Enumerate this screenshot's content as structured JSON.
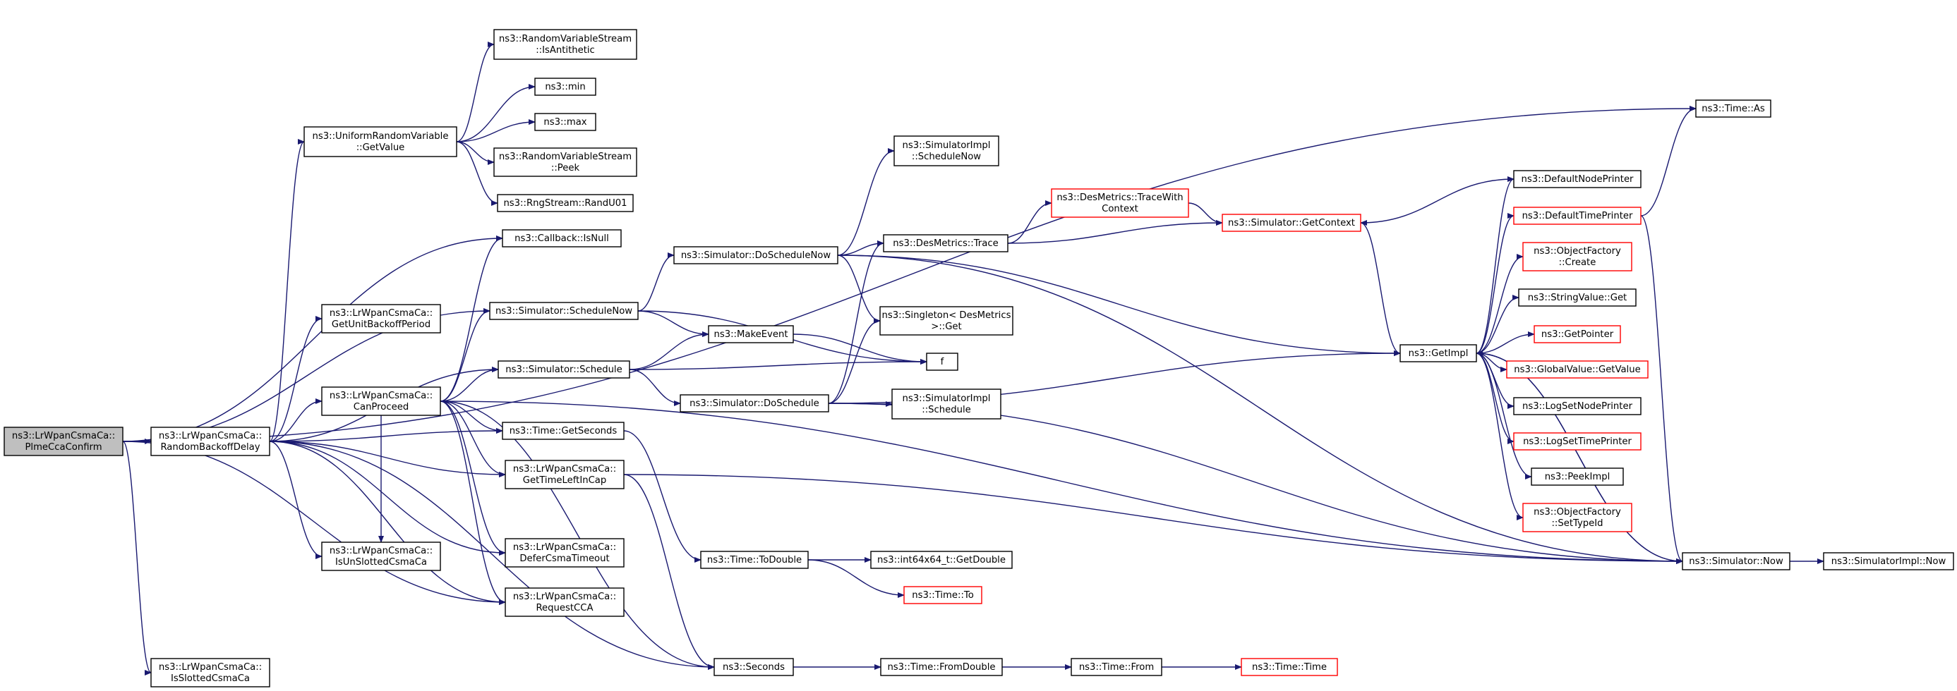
{
  "graph": {
    "edge_color": "#191970",
    "node_border_default": "#000000",
    "node_border_truncated": "#ff0000",
    "node_fill_focus": "#bfbfbf",
    "node_fill_default": "#ffffff",
    "nodes": [
      {
        "id": "plme",
        "lines": [
          "ns3::LrWpanCsmaCa::",
          "PlmeCcaConfirm"
        ],
        "focus": true
      },
      {
        "id": "rbd",
        "lines": [
          "ns3::LrWpanCsmaCa::",
          "RandomBackoffDelay"
        ]
      },
      {
        "id": "isslot",
        "lines": [
          "ns3::LrWpanCsmaCa::",
          "IsSlottedCsmaCa"
        ]
      },
      {
        "id": "urv",
        "lines": [
          "ns3::UniformRandomVariable",
          "::GetValue"
        ]
      },
      {
        "id": "rvsanti",
        "lines": [
          "ns3::RandomVariableStream",
          "::IsAntithetic"
        ]
      },
      {
        "id": "min",
        "lines": [
          "ns3::min"
        ]
      },
      {
        "id": "max",
        "lines": [
          "ns3::max"
        ]
      },
      {
        "id": "rvspeek",
        "lines": [
          "ns3::RandomVariableStream",
          "::Peek"
        ]
      },
      {
        "id": "rng",
        "lines": [
          "ns3::RngStream::RandU01"
        ]
      },
      {
        "id": "cbnull",
        "lines": [
          "ns3::Callback::IsNull"
        ]
      },
      {
        "id": "unitbp",
        "lines": [
          "ns3::LrWpanCsmaCa::",
          "GetUnitBackoffPeriod"
        ]
      },
      {
        "id": "schednow",
        "lines": [
          "ns3::Simulator::ScheduleNow"
        ]
      },
      {
        "id": "canproc",
        "lines": [
          "ns3::LrWpanCsmaCa::",
          "CanProceed"
        ]
      },
      {
        "id": "sched",
        "lines": [
          "ns3::Simulator::Schedule"
        ]
      },
      {
        "id": "getsec",
        "lines": [
          "ns3::Time::GetSeconds"
        ]
      },
      {
        "id": "tlic",
        "lines": [
          "ns3::LrWpanCsmaCa::",
          "GetTimeLeftInCap"
        ]
      },
      {
        "id": "isunslot",
        "lines": [
          "ns3::LrWpanCsmaCa::",
          "IsUnSlottedCsmaCa"
        ]
      },
      {
        "id": "defer",
        "lines": [
          "ns3::LrWpanCsmaCa::",
          "DeferCsmaTimeout"
        ]
      },
      {
        "id": "reqcca",
        "lines": [
          "ns3::LrWpanCsmaCa::",
          "RequestCCA"
        ]
      },
      {
        "id": "seconds",
        "lines": [
          "ns3::Seconds"
        ]
      },
      {
        "id": "dosnow",
        "lines": [
          "ns3::Simulator::DoScheduleNow"
        ]
      },
      {
        "id": "makeev",
        "lines": [
          "ns3::MakeEvent"
        ]
      },
      {
        "id": "dosched",
        "lines": [
          "ns3::Simulator::DoSchedule"
        ]
      },
      {
        "id": "todouble",
        "lines": [
          "ns3::Time::ToDouble"
        ]
      },
      {
        "id": "sischednow",
        "lines": [
          "ns3::SimulatorImpl",
          "::ScheduleNow"
        ]
      },
      {
        "id": "destrace",
        "lines": [
          "ns3::DesMetrics::Trace"
        ]
      },
      {
        "id": "singleton",
        "lines": [
          "ns3::Singleton< DesMetrics",
          ">::Get"
        ]
      },
      {
        "id": "f",
        "lines": [
          "f"
        ]
      },
      {
        "id": "sisched",
        "lines": [
          "ns3::SimulatorImpl",
          "::Schedule"
        ]
      },
      {
        "id": "i64",
        "lines": [
          "ns3::int64x64_t::GetDouble"
        ]
      },
      {
        "id": "timeto",
        "lines": [
          "ns3::Time::To"
        ],
        "truncated": true
      },
      {
        "id": "fromdouble",
        "lines": [
          "ns3::Time::FromDouble"
        ]
      },
      {
        "id": "from",
        "lines": [
          "ns3::Time::From"
        ]
      },
      {
        "id": "time",
        "lines": [
          "ns3::Time::Time"
        ],
        "truncated": true
      },
      {
        "id": "twc",
        "lines": [
          "ns3::DesMetrics::TraceWith",
          "Context"
        ],
        "truncated": true
      },
      {
        "id": "getctx",
        "lines": [
          "ns3::Simulator::GetContext"
        ],
        "truncated": true
      },
      {
        "id": "getimpl",
        "lines": [
          "ns3::GetImpl"
        ]
      },
      {
        "id": "dnp",
        "lines": [
          "ns3::DefaultNodePrinter"
        ]
      },
      {
        "id": "dtp",
        "lines": [
          "ns3::DefaultTimePrinter"
        ],
        "truncated": true
      },
      {
        "id": "ofcreate",
        "lines": [
          "ns3::ObjectFactory",
          "::Create"
        ],
        "truncated": true
      },
      {
        "id": "svget",
        "lines": [
          "ns3::StringValue::Get"
        ]
      },
      {
        "id": "getptr",
        "lines": [
          "ns3::GetPointer"
        ],
        "truncated": true
      },
      {
        "id": "gvget",
        "lines": [
          "ns3::GlobalValue::GetValue"
        ],
        "truncated": true
      },
      {
        "id": "lsnp",
        "lines": [
          "ns3::LogSetNodePrinter"
        ]
      },
      {
        "id": "lstp",
        "lines": [
          "ns3::LogSetTimePrinter"
        ],
        "truncated": true
      },
      {
        "id": "peek",
        "lines": [
          "ns3::PeekImpl"
        ]
      },
      {
        "id": "ofsettype",
        "lines": [
          "ns3::ObjectFactory",
          "::SetTypeId"
        ],
        "truncated": true
      },
      {
        "id": "timeas",
        "lines": [
          "ns3::Time::As"
        ]
      },
      {
        "id": "simnow",
        "lines": [
          "ns3::Simulator::Now"
        ]
      },
      {
        "id": "sinow",
        "lines": [
          "ns3::SimulatorImpl::Now"
        ]
      }
    ],
    "edges": [
      [
        "plme",
        "rbd"
      ],
      [
        "plme",
        "isslot"
      ],
      [
        "plme",
        "cbnull"
      ],
      [
        "plme",
        "schednow"
      ],
      [
        "plme",
        "reqcca"
      ],
      [
        "plme",
        "timeas"
      ],
      [
        "rbd",
        "urv"
      ],
      [
        "rbd",
        "unitbp"
      ],
      [
        "rbd",
        "canproc"
      ],
      [
        "rbd",
        "sched"
      ],
      [
        "rbd",
        "getsec"
      ],
      [
        "rbd",
        "tlic"
      ],
      [
        "rbd",
        "isunslot"
      ],
      [
        "rbd",
        "defer"
      ],
      [
        "rbd",
        "reqcca"
      ],
      [
        "rbd",
        "seconds"
      ],
      [
        "urv",
        "rvsanti"
      ],
      [
        "urv",
        "min"
      ],
      [
        "urv",
        "max"
      ],
      [
        "urv",
        "rvspeek"
      ],
      [
        "urv",
        "rng"
      ],
      [
        "canproc",
        "cbnull"
      ],
      [
        "canproc",
        "schednow"
      ],
      [
        "canproc",
        "sched"
      ],
      [
        "canproc",
        "getsec"
      ],
      [
        "canproc",
        "tlic"
      ],
      [
        "canproc",
        "defer"
      ],
      [
        "canproc",
        "reqcca"
      ],
      [
        "canproc",
        "seconds"
      ],
      [
        "canproc",
        "simnow"
      ],
      [
        "canproc",
        "isunslot"
      ],
      [
        "schednow",
        "dosnow"
      ],
      [
        "schednow",
        "makeev"
      ],
      [
        "schednow",
        "f"
      ],
      [
        "sched",
        "makeev"
      ],
      [
        "sched",
        "dosched"
      ],
      [
        "sched",
        "f"
      ],
      [
        "getsec",
        "todouble"
      ],
      [
        "tlic",
        "seconds"
      ],
      [
        "tlic",
        "simnow"
      ],
      [
        "makeev",
        "f"
      ],
      [
        "dosnow",
        "sischednow"
      ],
      [
        "dosnow",
        "destrace"
      ],
      [
        "dosnow",
        "singleton"
      ],
      [
        "dosnow",
        "getimpl"
      ],
      [
        "dosnow",
        "simnow"
      ],
      [
        "dosched",
        "sisched"
      ],
      [
        "dosched",
        "destrace"
      ],
      [
        "dosched",
        "singleton"
      ],
      [
        "dosched",
        "getimpl"
      ],
      [
        "dosched",
        "simnow"
      ],
      [
        "todouble",
        "i64"
      ],
      [
        "todouble",
        "timeto"
      ],
      [
        "seconds",
        "fromdouble"
      ],
      [
        "fromdouble",
        "from"
      ],
      [
        "from",
        "time"
      ],
      [
        "destrace",
        "twc"
      ],
      [
        "destrace",
        "getctx"
      ],
      [
        "twc",
        "getctx"
      ],
      [
        "getctx",
        "getimpl"
      ],
      [
        "getimpl",
        "dnp"
      ],
      [
        "getimpl",
        "dtp"
      ],
      [
        "getimpl",
        "ofcreate"
      ],
      [
        "getimpl",
        "svget"
      ],
      [
        "getimpl",
        "getptr"
      ],
      [
        "getimpl",
        "gvget"
      ],
      [
        "getimpl",
        "lsnp"
      ],
      [
        "getimpl",
        "lstp"
      ],
      [
        "getimpl",
        "peek"
      ],
      [
        "getimpl",
        "ofsettype"
      ],
      [
        "getimpl",
        "simnow"
      ],
      [
        "dnp",
        "getctx"
      ],
      [
        "dtp",
        "timeas"
      ],
      [
        "dtp",
        "simnow"
      ],
      [
        "simnow",
        "getimpl"
      ],
      [
        "simnow",
        "sinow"
      ]
    ]
  }
}
